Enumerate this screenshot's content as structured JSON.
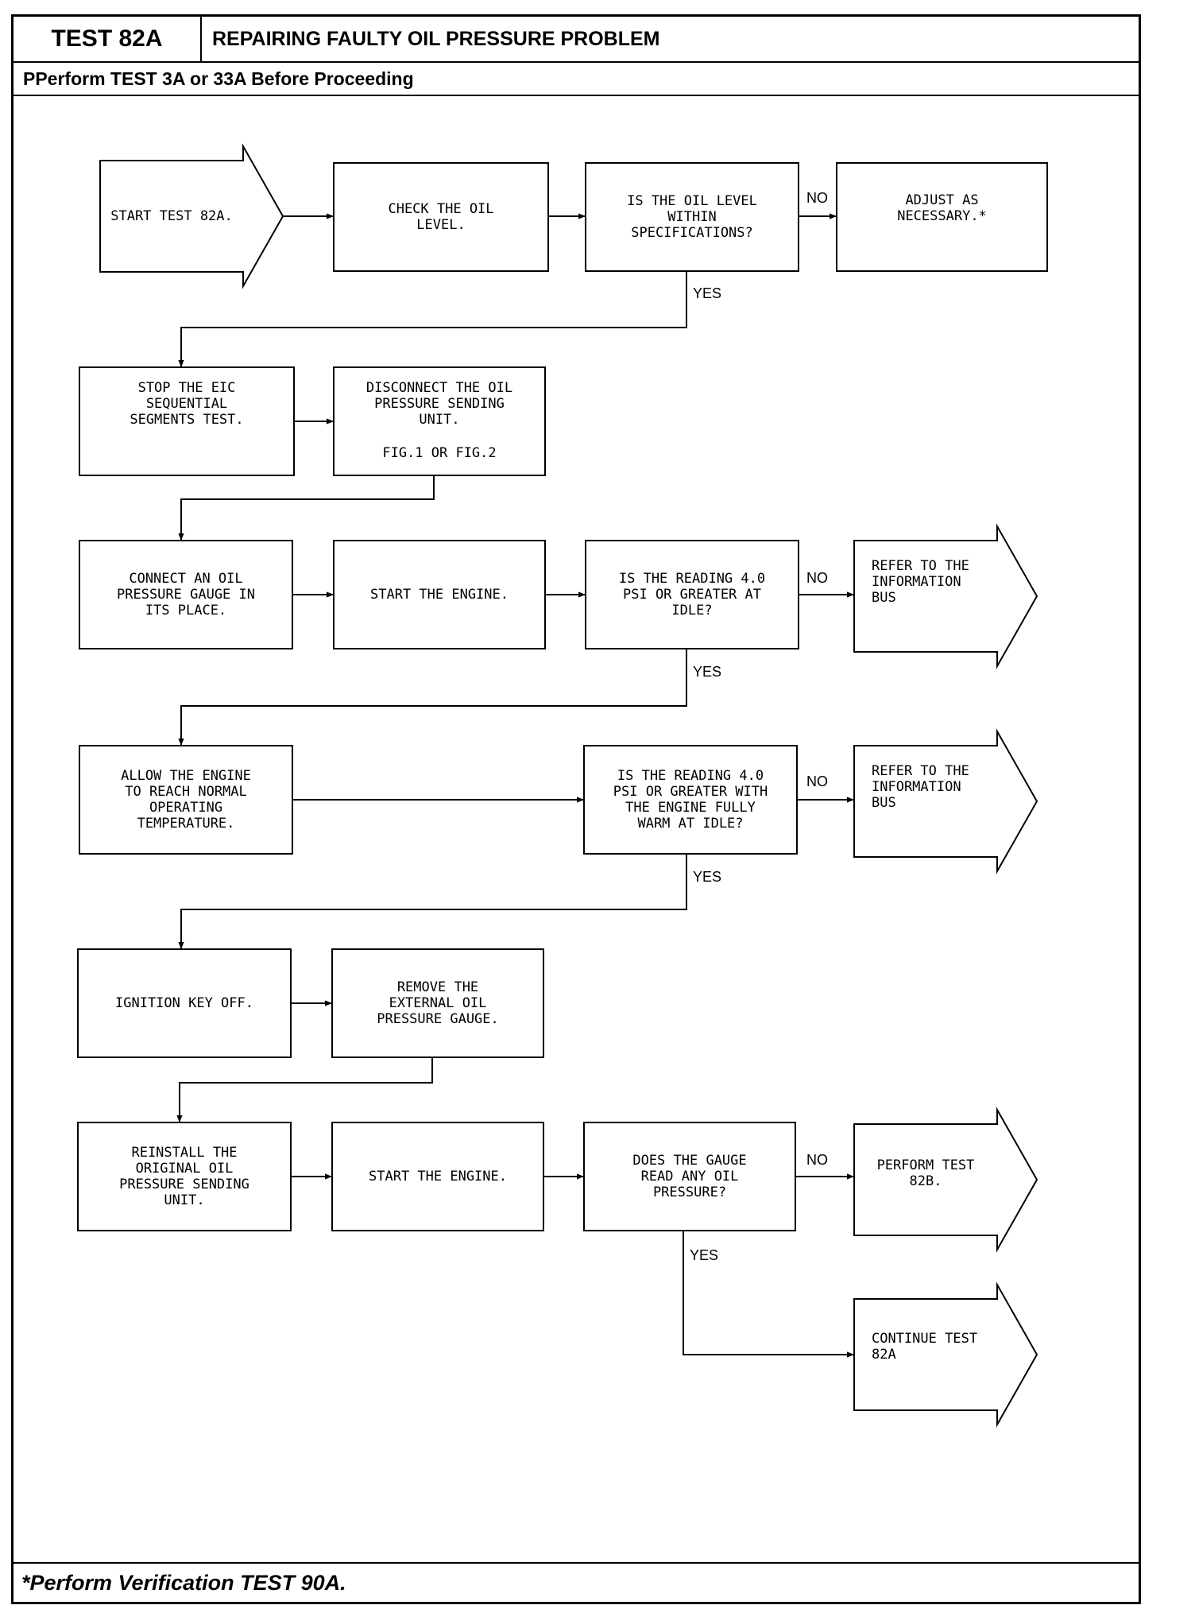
{
  "header": {
    "test_id": "TEST 82A",
    "title": "REPAIRING FAULTY OIL PRESSURE PROBLEM",
    "prerequisite": "PPerform TEST 3A or 33A Before Proceeding"
  },
  "footer": {
    "note": "*Perform Verification TEST 90A."
  },
  "flow": {
    "start": [
      "START TEST 82A."
    ],
    "check_oil": [
      "CHECK THE OIL",
      "LEVEL."
    ],
    "q_oil_level": [
      "IS THE OIL LEVEL",
      "WITHIN",
      "SPECIFICATIONS?"
    ],
    "adjust": [
      "ADJUST AS",
      "NECESSARY.*"
    ],
    "stop_eic": [
      "STOP THE EIC",
      "SEQUENTIAL",
      "SEGMENTS TEST."
    ],
    "disconnect": [
      "DISCONNECT THE OIL",
      "PRESSURE SENDING",
      "UNIT."
    ],
    "disconnect_fig": "FIG.1 OR FIG.2",
    "connect_gauge": [
      "CONNECT AN OIL",
      "PRESSURE GAUGE IN",
      "ITS PLACE."
    ],
    "start_engine_1": [
      "START THE ENGINE."
    ],
    "q_reading_idle": [
      "IS THE READING 4.0",
      "PSI OR GREATER AT",
      "IDLE?"
    ],
    "refer_1": [
      "REFER TO THE",
      "INFORMATION",
      "BUS"
    ],
    "allow_engine": [
      "ALLOW THE ENGINE",
      "TO REACH NORMAL",
      "OPERATING",
      "TEMPERATURE."
    ],
    "q_reading_warm": [
      "IS THE READING 4.0",
      "PSI OR GREATER WITH",
      "THE ENGINE FULLY",
      "WARM AT IDLE?"
    ],
    "refer_2": [
      "REFER TO THE",
      "INFORMATION",
      "BUS"
    ],
    "ignition_off": [
      "IGNITION KEY OFF."
    ],
    "remove_gauge": [
      "REMOVE THE",
      "EXTERNAL OIL",
      "PRESSURE GAUGE."
    ],
    "reinstall": [
      "REINSTALL THE",
      "ORIGINAL OIL",
      "PRESSURE SENDING",
      "UNIT."
    ],
    "start_engine_2": [
      "START THE ENGINE."
    ],
    "q_gauge_read": [
      "DOES THE GAUGE",
      "READ ANY OIL",
      "PRESSURE?"
    ],
    "perform_82b": [
      "PERFORM TEST",
      "82B."
    ],
    "continue_82a": [
      "CONTINUE TEST",
      "82A"
    ],
    "label_no": "NO",
    "label_yes": "YES"
  }
}
